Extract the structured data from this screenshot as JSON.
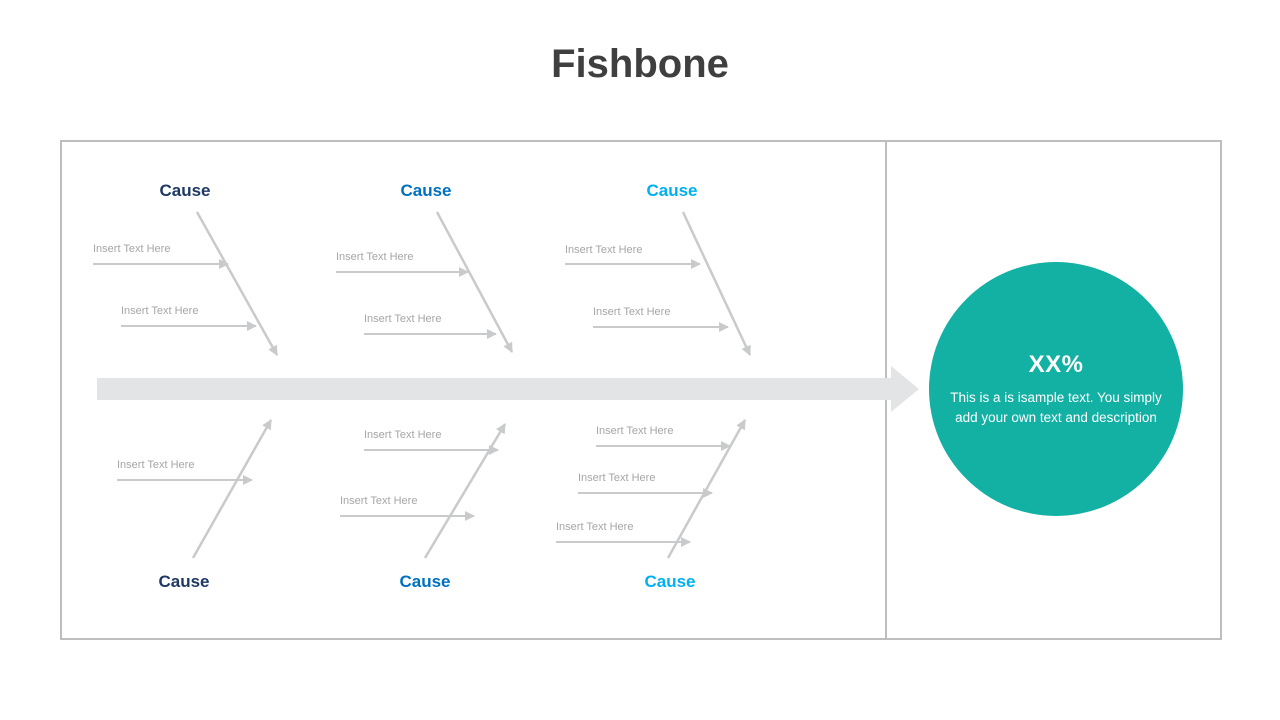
{
  "title": "Fishbone",
  "colors": {
    "teal": "#13b0a4",
    "spine": "#e3e4e5",
    "arrow": "#c9cacb",
    "cause_dark": "#1f3864",
    "cause_blue": "#0070c0",
    "cause_cyan": "#00b0f0",
    "label_gray": "#a6a6a6",
    "border": "#bdbfbf",
    "title_gray": "#3f3f3f"
  },
  "causes": {
    "top": [
      {
        "label": "Cause",
        "items": [
          "Insert Text Here",
          "Insert Text Here"
        ]
      },
      {
        "label": "Cause",
        "items": [
          "Insert Text Here",
          "Insert Text Here"
        ]
      },
      {
        "label": "Cause",
        "items": [
          "Insert Text Here",
          "Insert Text Here"
        ]
      }
    ],
    "bottom": [
      {
        "label": "Cause",
        "items": [
          "Insert Text Here"
        ]
      },
      {
        "label": "Cause",
        "items": [
          "Insert Text Here",
          "Insert Text Here"
        ]
      },
      {
        "label": "Cause",
        "items": [
          "Insert Text Here",
          "Insert Text Here",
          "Insert Text Here"
        ]
      }
    ]
  },
  "result": {
    "percent": "XX%",
    "description": "This is a is isample text. You simply add your own text and description"
  }
}
